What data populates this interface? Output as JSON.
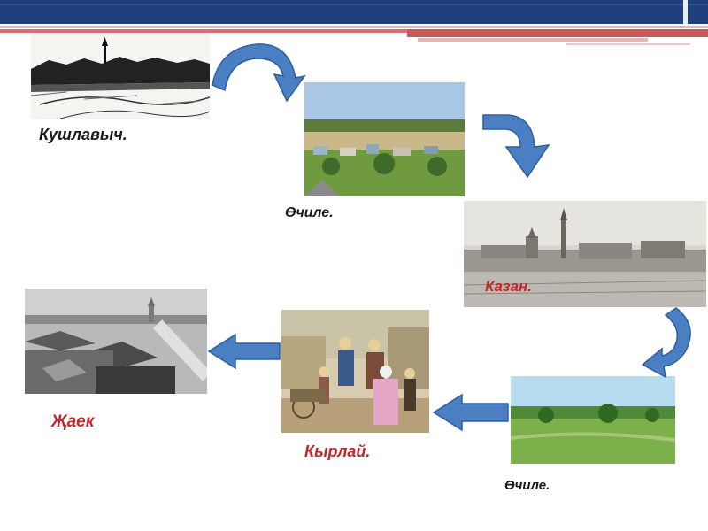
{
  "slide": {
    "colors": {
      "banner_dark": "#1f3f7a",
      "banner_red": "#c85a5a",
      "banner_pink": "#e8b4b4",
      "arrow_fill": "#4a7fc4",
      "arrow_stroke": "#2f5f9e",
      "label_dark": "#1a1a1a",
      "label_red": "#c0282c"
    },
    "places": [
      {
        "id": "kushlavych",
        "label": "Кушлавыч.",
        "image": "village-sketch"
      },
      {
        "id": "ochile-1",
        "label": "Өчиле.",
        "image": "village-photo"
      },
      {
        "id": "kazan",
        "label": "Казан.",
        "image": "kremlin-engraving"
      },
      {
        "id": "ochile-2",
        "label": "Өчиле.",
        "image": "steppe-landscape"
      },
      {
        "id": "kyrlai",
        "label": "Кырлай.",
        "image": "family-painting"
      },
      {
        "id": "zhaek",
        "label": "Җаек",
        "image": "town-photo"
      }
    ],
    "arrows": [
      {
        "from": "kushlavych",
        "to": "ochile-1",
        "icon": "curved-arrow-icon"
      },
      {
        "from": "ochile-1",
        "to": "kazan",
        "icon": "curved-arrow-icon"
      },
      {
        "from": "kazan",
        "to": "ochile-2",
        "icon": "curved-arrow-icon"
      },
      {
        "from": "ochile-2",
        "to": "kyrlai",
        "icon": "left-arrow-icon"
      },
      {
        "from": "kyrlai",
        "to": "zhaek",
        "icon": "left-arrow-icon"
      }
    ]
  }
}
